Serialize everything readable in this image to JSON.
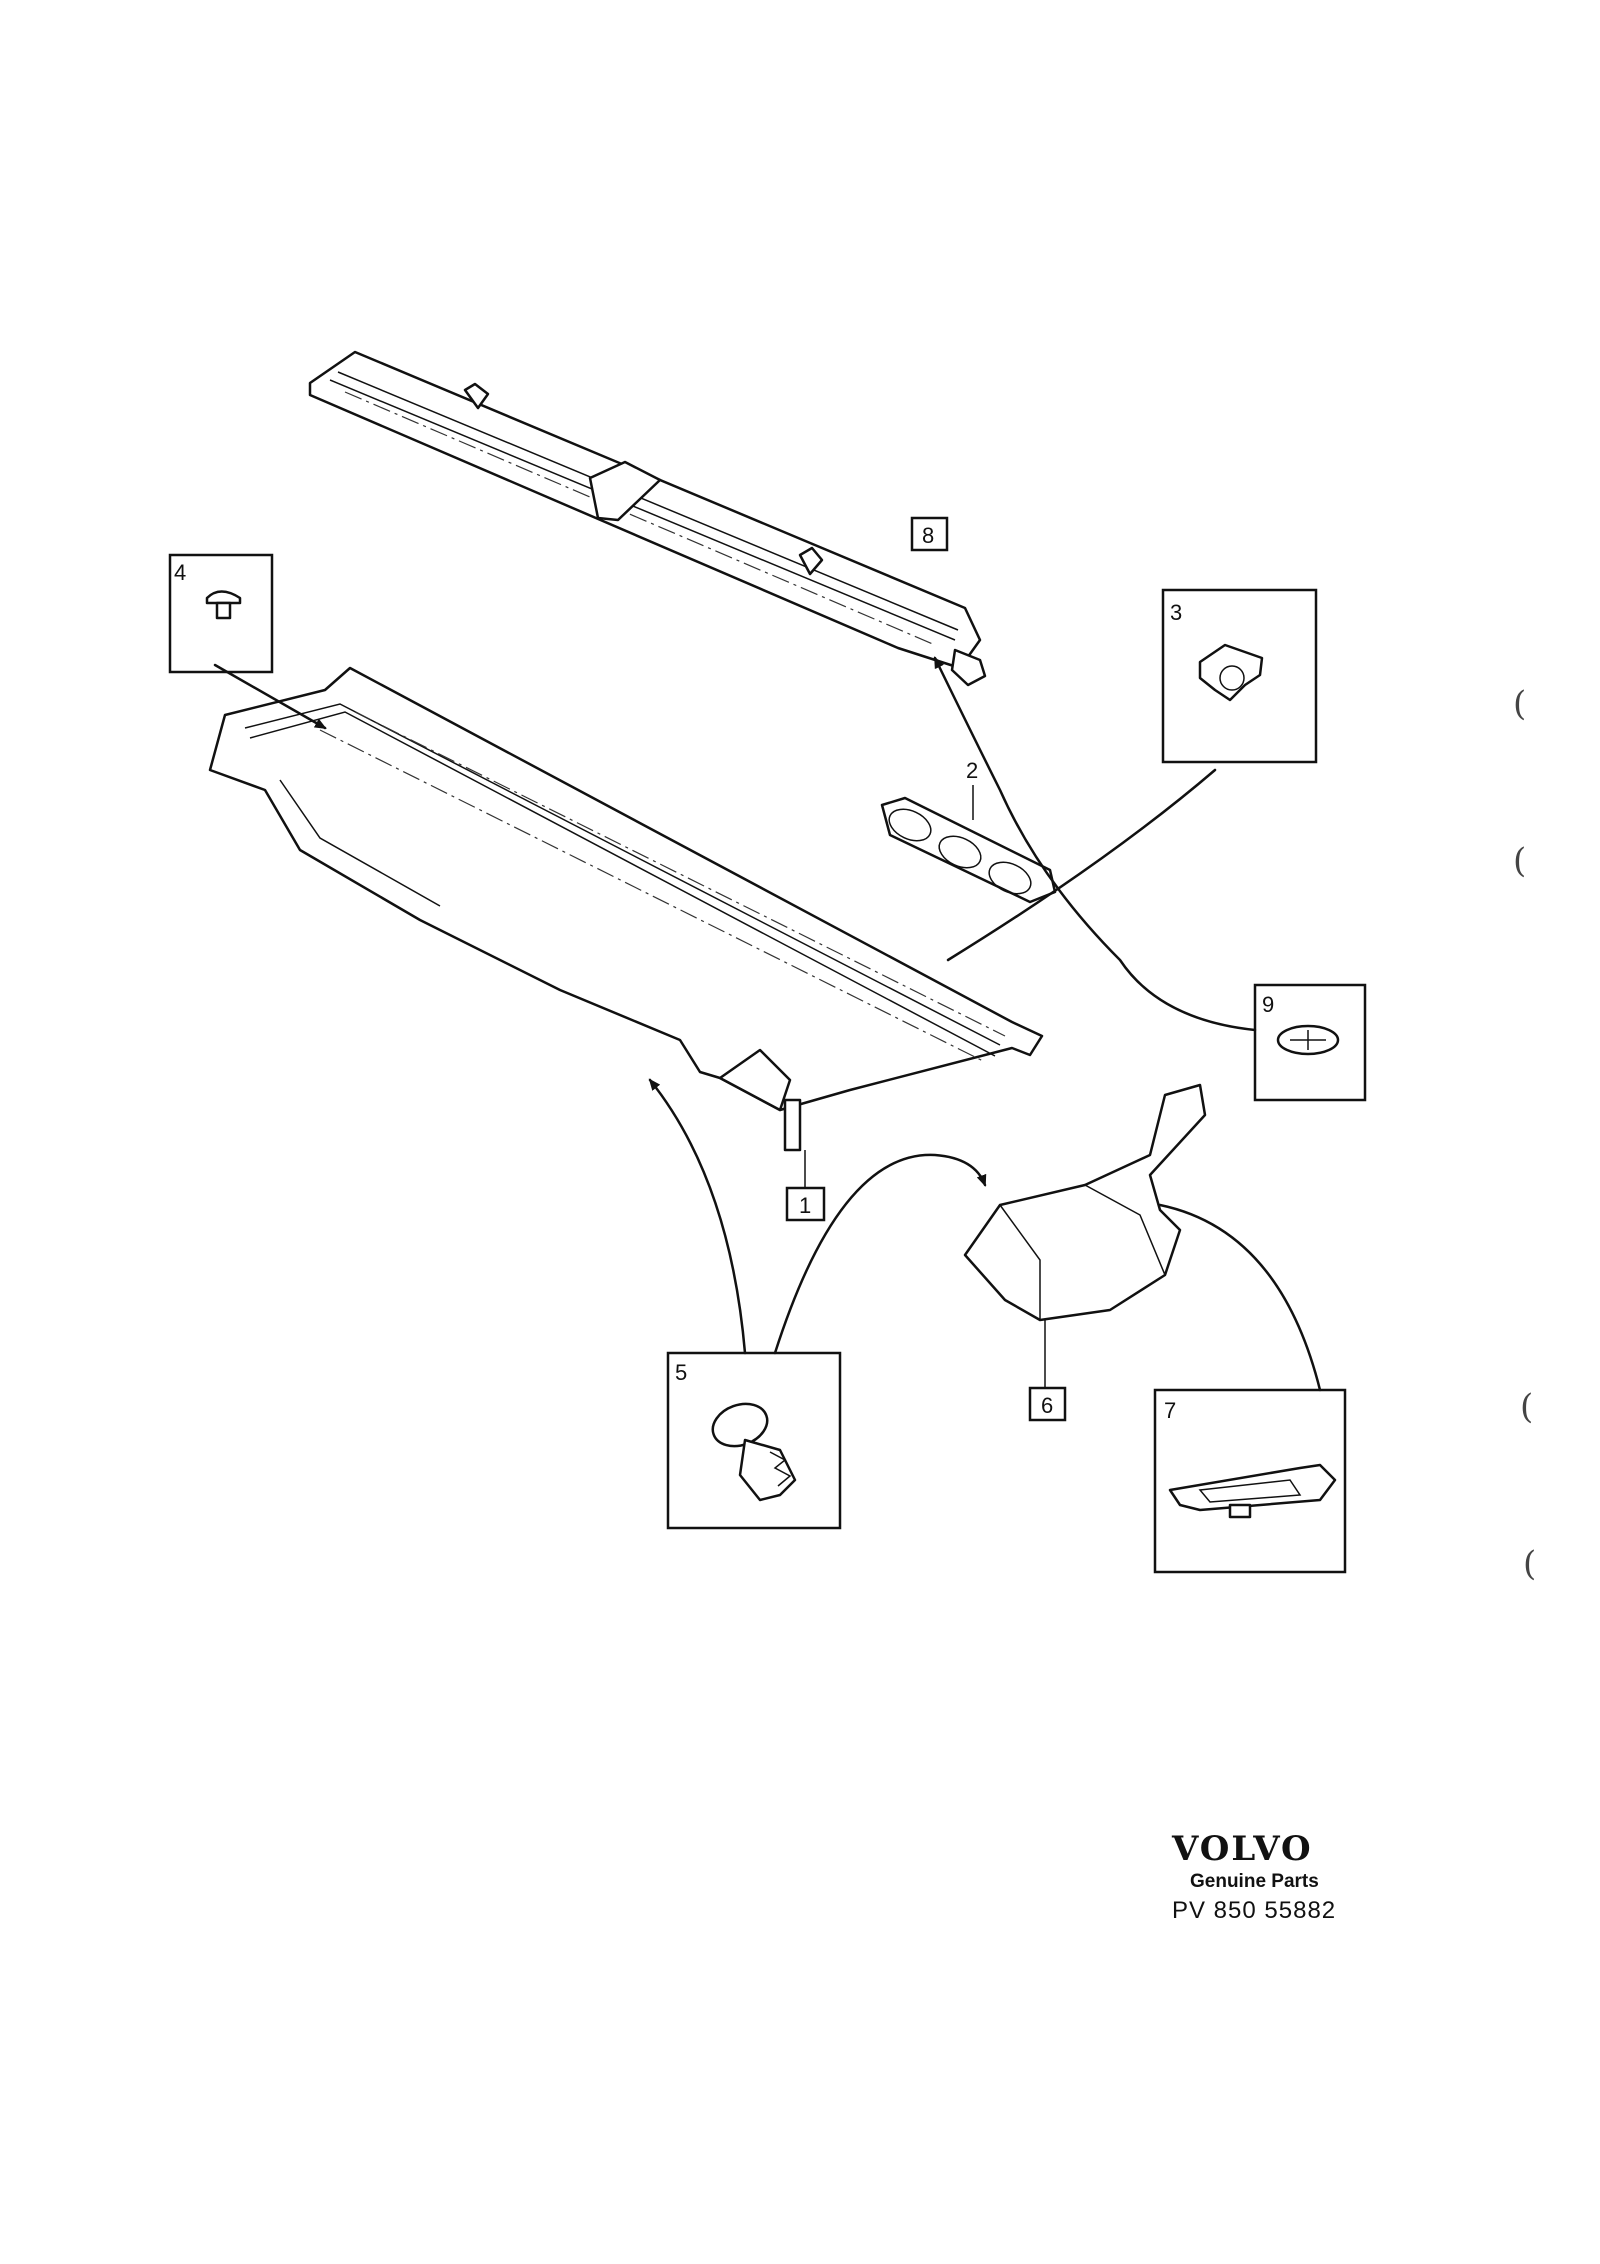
{
  "callouts": {
    "p1": "1",
    "p2": "2",
    "p3": "3",
    "p4": "4",
    "p5": "5",
    "p6": "6",
    "p7": "7",
    "p8": "8",
    "p9": "9"
  },
  "branding": {
    "logo": "VOLVO",
    "tagline": "Genuine Parts",
    "part_number": "PV  850 55882"
  },
  "margin_marks": [
    "(",
    "(",
    "(",
    "("
  ]
}
